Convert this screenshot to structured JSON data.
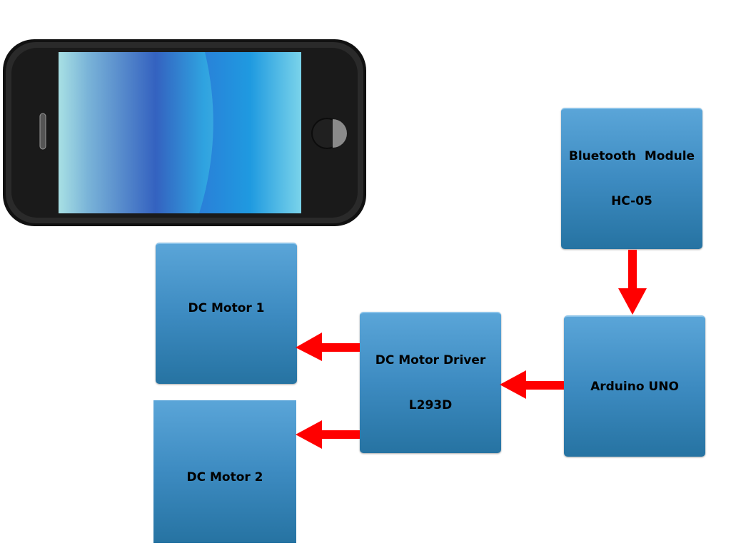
{
  "blocks": {
    "bluetooth": {
      "line1": "Bluetooth  Module",
      "line2": "HC-05"
    },
    "arduino": {
      "label": "Arduino UNO"
    },
    "driver": {
      "line1": "DC Motor Driver",
      "line2": "L293D"
    },
    "motor1": {
      "label": "DC Motor 1"
    },
    "motor2": {
      "label": "DC Motor 2"
    }
  },
  "colors": {
    "arrow": "#ff0000",
    "block_top": "#5aa5d8",
    "block_bottom": "#2673a2",
    "phone_body": "#1a1a1a"
  },
  "icons": {
    "phone": "smartphone-icon"
  }
}
